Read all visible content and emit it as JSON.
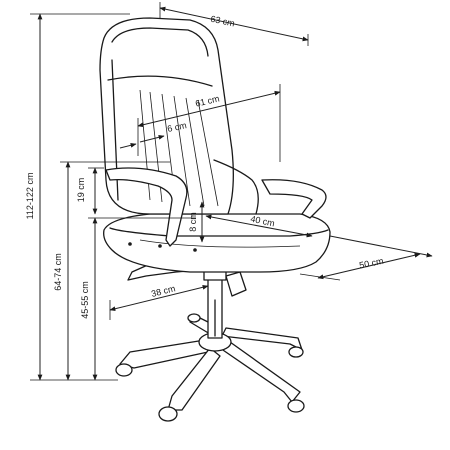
{
  "dimensions": {
    "depth_top": "63 cm",
    "seat_depth_diag": "61 cm",
    "lumbar": "6 cm",
    "seat_width": "40 cm",
    "base_depth": "50 cm",
    "base_radius": "38 cm",
    "armrest_height": "19 cm",
    "seat_thickness": "8 cm",
    "total_height": "112-122 cm",
    "armrest_floor": "64-74 cm",
    "seat_height": "45-55 cm"
  },
  "colors": {
    "line": "#1a1a1a",
    "background": "#ffffff"
  }
}
